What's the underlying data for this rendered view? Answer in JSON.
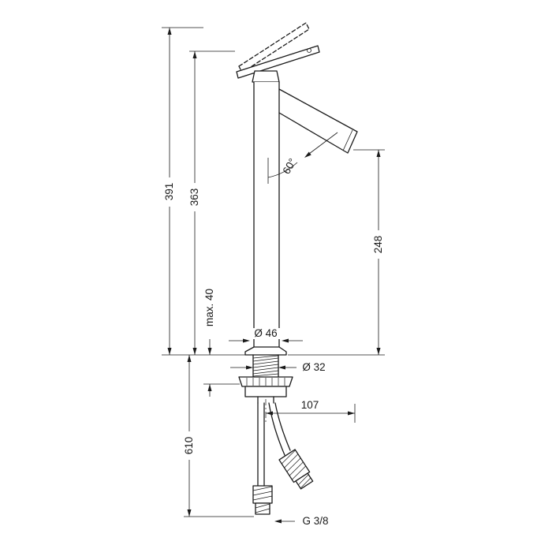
{
  "drawing": {
    "type": "faucet-technical-dimension-drawing",
    "dimensions": {
      "overall_height": "391",
      "deck_to_handle_top": "363",
      "spout_height": "248",
      "max_deck_thickness": "max. 40",
      "base_diameter": "Ø 46",
      "shank_diameter": "Ø 32",
      "horizontal_offset": "107",
      "hose_length": "610",
      "connection_thread": "G 3/8",
      "spout_angle": "60°"
    }
  }
}
